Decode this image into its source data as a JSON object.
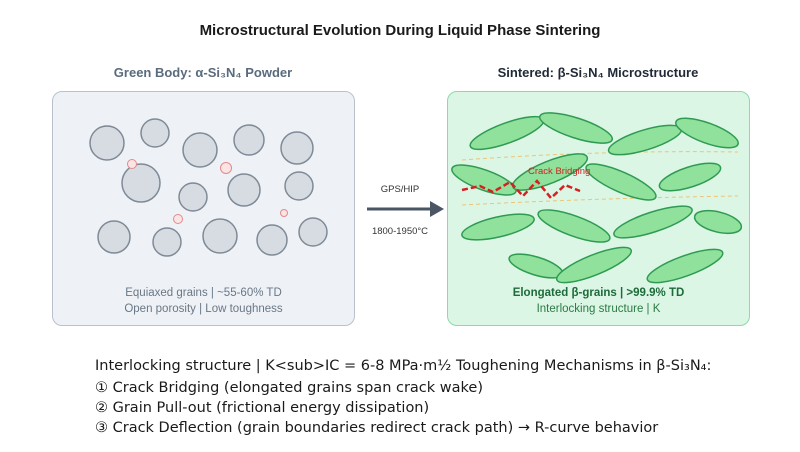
{
  "title": "Microstructural Evolution During Liquid Phase Sintering",
  "left_panel": {
    "title": "Green Body: α-Si₃N₄ Powder",
    "caption_line1": "Equiaxed grains | ~55-60% TD",
    "caption_line2": "Open porosity | Low toughness"
  },
  "right_panel": {
    "title": "Sintered: β-Si₃N₄ Microstructure",
    "caption_line1": "Elongated β-grains | >99.9% TD",
    "caption_line2": "Interlocking structure | K",
    "crack_label": "Crack Bridging"
  },
  "arrow": {
    "top_label": "GPS/HIP",
    "bottom_label": "1800-1950°C"
  },
  "mechanisms": {
    "line0": "Interlocking structure | K<sub>IC = 6-8 MPa·m½ Toughening Mechanisms in β-Si₃N₄:",
    "line1": "① Crack Bridging (elongated grains span crack wake)",
    "line2": "② Grain Pull-out (frictional energy dissipation)",
    "line3": "③ Crack Deflection (grain boundaries redirect crack path) → R-curve behavior"
  },
  "colors": {
    "left_grain_fill": "#d7dce3",
    "left_grain_stroke": "#7f8a96",
    "pore_fill": "#fbe4e4",
    "pore_stroke": "#e28a8a",
    "right_grain_fill": "#8fe19b",
    "right_grain_stroke": "#2f9a52",
    "crack": "#d42020",
    "arrow": "#4a5663"
  }
}
